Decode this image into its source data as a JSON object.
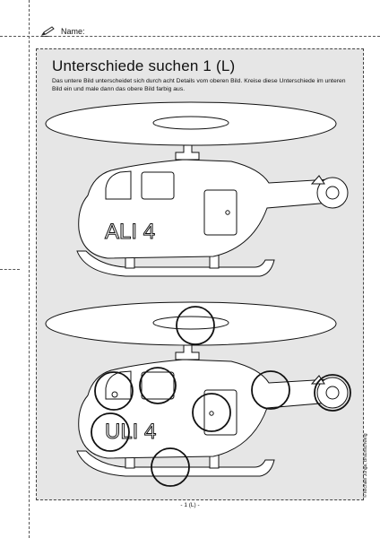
{
  "header": {
    "name_label": "Name:"
  },
  "worksheet": {
    "title": "Unterschiede suchen 1 (L)",
    "instructions": "Das untere Bild unterscheidet sich durch acht Details vom oberen Bild. Kreise diese Unterschiede im unteren Bild ein und male dann das obere Bild farbig aus.",
    "top_picture": {
      "tail_text": "ALI 4"
    },
    "bottom_picture": {
      "tail_text": "ULI 4"
    },
    "difference_count": 8
  },
  "footer": {
    "page_number": "- 1 (L) -",
    "copyright": "© Michael Junga, Braunschweig"
  },
  "icons": {
    "name_icon": "pencil-icon"
  }
}
